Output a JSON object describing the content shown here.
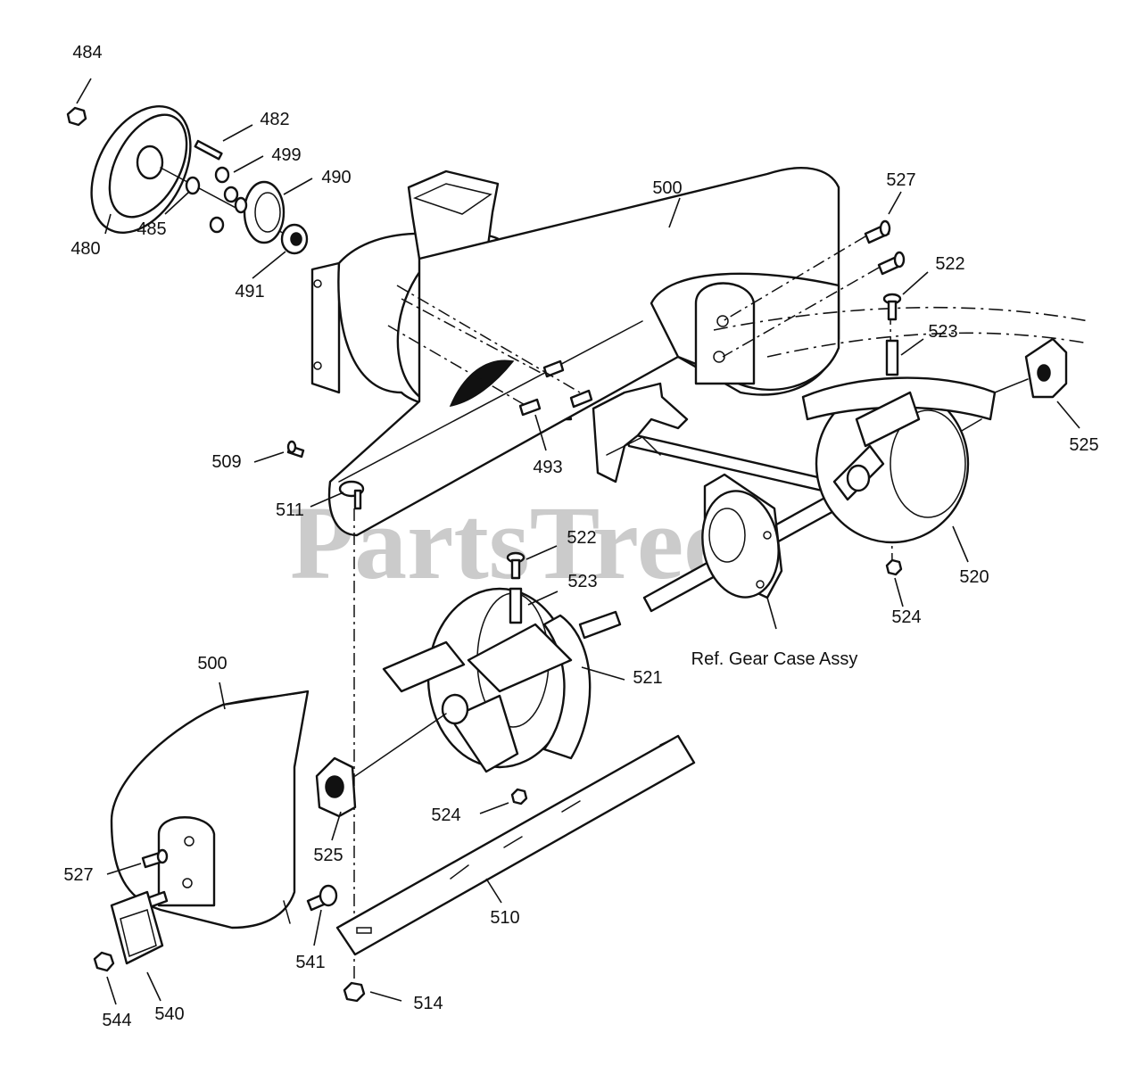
{
  "watermark": "PartsTree",
  "reference_label": "Ref. Gear Case Assy",
  "callouts": [
    {
      "id": "484",
      "text": "484"
    },
    {
      "id": "482",
      "text": "482"
    },
    {
      "id": "499",
      "text": "499"
    },
    {
      "id": "490",
      "text": "490"
    },
    {
      "id": "480",
      "text": "480"
    },
    {
      "id": "485",
      "text": "485"
    },
    {
      "id": "491",
      "text": "491"
    },
    {
      "id": "500-top",
      "text": "500"
    },
    {
      "id": "527-top",
      "text": "527"
    },
    {
      "id": "522-top",
      "text": "522"
    },
    {
      "id": "523-top",
      "text": "523"
    },
    {
      "id": "525-top",
      "text": "525"
    },
    {
      "id": "509",
      "text": "509"
    },
    {
      "id": "511",
      "text": "511"
    },
    {
      "id": "493",
      "text": "493"
    },
    {
      "id": "520",
      "text": "520"
    },
    {
      "id": "524-top",
      "text": "524"
    },
    {
      "id": "522-mid",
      "text": "522"
    },
    {
      "id": "523-mid",
      "text": "523"
    },
    {
      "id": "500-bottom",
      "text": "500"
    },
    {
      "id": "521",
      "text": "521"
    },
    {
      "id": "524-mid",
      "text": "524"
    },
    {
      "id": "525-bottom",
      "text": "525"
    },
    {
      "id": "527-bottom",
      "text": "527"
    },
    {
      "id": "510",
      "text": "510"
    },
    {
      "id": "541",
      "text": "541"
    },
    {
      "id": "544",
      "text": "544"
    },
    {
      "id": "540",
      "text": "540"
    },
    {
      "id": "514",
      "text": "514"
    }
  ]
}
